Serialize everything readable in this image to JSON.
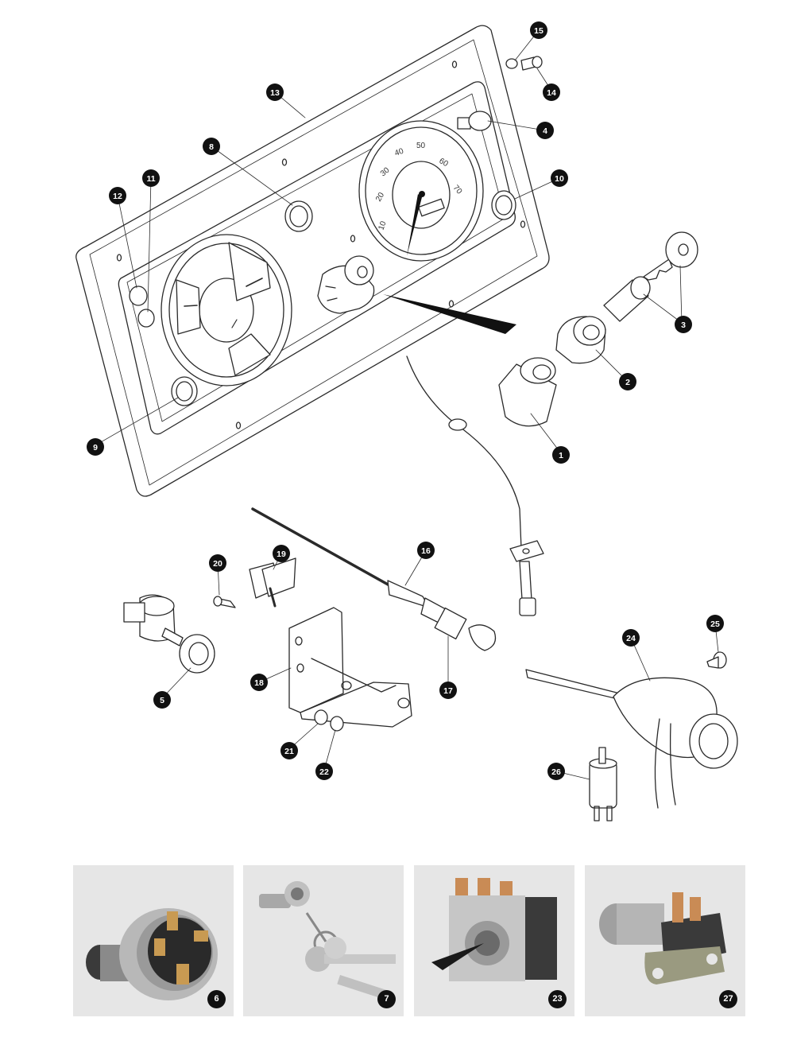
{
  "callouts": {
    "c1": "1",
    "c2": "2",
    "c3": "3",
    "c4": "4",
    "c5": "5",
    "c8": "8",
    "c9": "9",
    "c10": "10",
    "c11": "11",
    "c12": "12",
    "c13": "13",
    "c14": "14",
    "c15": "15",
    "c16": "16",
    "c17": "17",
    "c18": "18",
    "c19": "19",
    "c20": "20",
    "c21": "21",
    "c22": "22",
    "c24": "24",
    "c25": "25",
    "c26": "26"
  },
  "speedometer": {
    "labels": [
      "10",
      "20",
      "30",
      "40",
      "50",
      "60",
      "70"
    ]
  },
  "photos": [
    {
      "label": "6",
      "subject": "ignition-switch"
    },
    {
      "label": "7",
      "subject": "lock-and-keys"
    },
    {
      "label": "23",
      "subject": "toggle-switch"
    },
    {
      "label": "27",
      "subject": "dip-switch"
    }
  ],
  "colors": {
    "line": "#2a2a2a",
    "callout_fill": "#111111",
    "photo_bg": "#e6e6e6"
  }
}
